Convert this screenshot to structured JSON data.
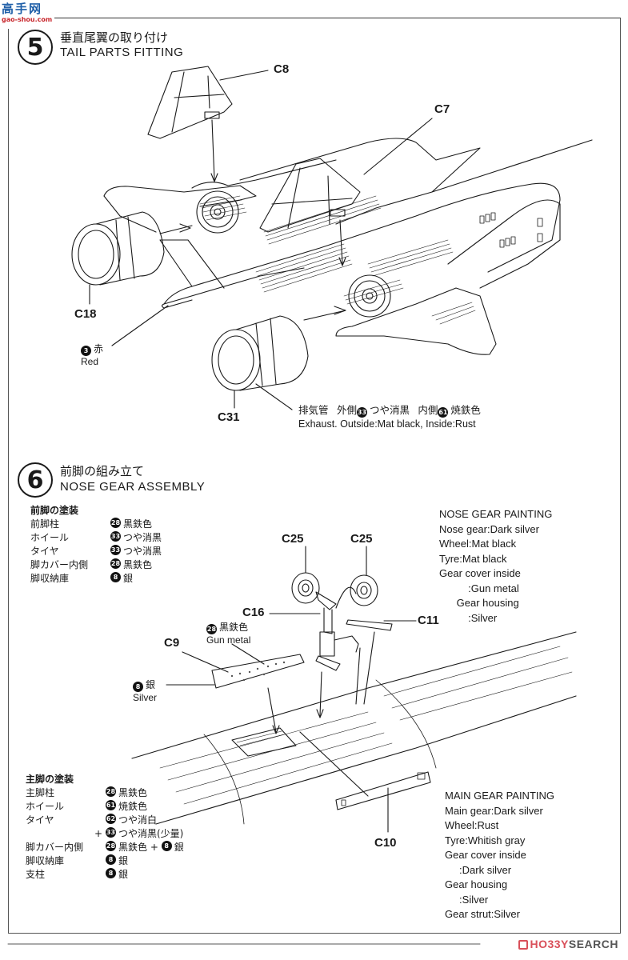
{
  "watermark": {
    "site_name": "高手网",
    "site_domain": "gao-shou.com"
  },
  "step5": {
    "number": "5",
    "title_jp": "垂直尾翼の取り付け",
    "title_en": "TAIL PARTS FITTING",
    "parts": [
      "C8",
      "C7",
      "C18",
      "C31"
    ],
    "nose_note": {
      "color_number": "3",
      "color_jp": "赤",
      "color_en": "Red"
    },
    "exhaust_note": {
      "jp_label": "排気管",
      "outside_label": "外側",
      "outside_number": "33",
      "outside_color_jp": "つや消黒",
      "inside_label": "内側",
      "inside_number": "61",
      "inside_color_jp": "焼鉄色",
      "en": "Exhaust. Outside:Mat black, Inside:Rust"
    }
  },
  "step6": {
    "number": "6",
    "title_jp": "前脚の組み立て",
    "title_en": "NOSE GEAR ASSEMBLY",
    "parts": {
      "c25_left": "C25",
      "c25_right": "C25",
      "c16": "C16",
      "c11": "C11",
      "c9": "C9",
      "c10": "C10"
    },
    "c9_gun_metal": {
      "number": "28",
      "jp": "黒鉄色",
      "en": "Gun metal"
    },
    "c9_silver": {
      "number": "8",
      "jp": "銀",
      "en": "Silver"
    },
    "nose_gear_jp": {
      "header": "前脚の塗装",
      "rows": [
        {
          "item": "前脚柱",
          "number": "28",
          "color": "黒鉄色"
        },
        {
          "item": "ホイール",
          "number": "33",
          "color": "つや消黒"
        },
        {
          "item": "タイヤ",
          "number": "33",
          "color": "つや消黒"
        },
        {
          "item": "脚カバー内側",
          "number": "28",
          "color": "黒鉄色"
        },
        {
          "item": "脚収納庫",
          "number": "8",
          "color": "銀"
        }
      ]
    },
    "nose_gear_en": {
      "header": "NOSE GEAR PAINTING",
      "lines": [
        "Nose gear:Dark silver",
        "Wheel:Mat black",
        "Tyre:Mat black",
        "Gear cover inside",
        "          :Gun metal",
        "      Gear housing",
        "          :Silver"
      ]
    },
    "main_gear_jp": {
      "header": "主脚の塗装",
      "rows": [
        {
          "item": "主脚柱",
          "number": "28",
          "color": "黒鉄色"
        },
        {
          "item": "ホイール",
          "number": "61",
          "color": "焼鉄色"
        },
        {
          "item": "タイヤ",
          "number": "62",
          "color": "つや消白"
        },
        {
          "item": "",
          "prefix": "+",
          "number": "33",
          "color": "つや消黒(少量)"
        },
        {
          "item": "脚カバー内側",
          "number": "28",
          "color": "黒鉄色",
          "plus_number": "8",
          "plus_color": "銀"
        },
        {
          "item": "脚収納庫",
          "number": "8",
          "color": "銀"
        },
        {
          "item": "支柱",
          "number": "8",
          "color": "銀"
        }
      ]
    },
    "main_gear_en": {
      "header": "MAIN GEAR PAINTING",
      "lines": [
        "Main gear:Dark silver",
        "Wheel:Rust",
        "Tyre:Whitish gray",
        "Gear cover inside",
        "     :Dark silver",
        "Gear housing",
        "     :Silver",
        "Gear strut:Silver"
      ]
    }
  },
  "footer": {
    "brand_red": "HO33Y",
    "brand_gray": "SEARCH",
    "brand_color": "#d9505a"
  }
}
